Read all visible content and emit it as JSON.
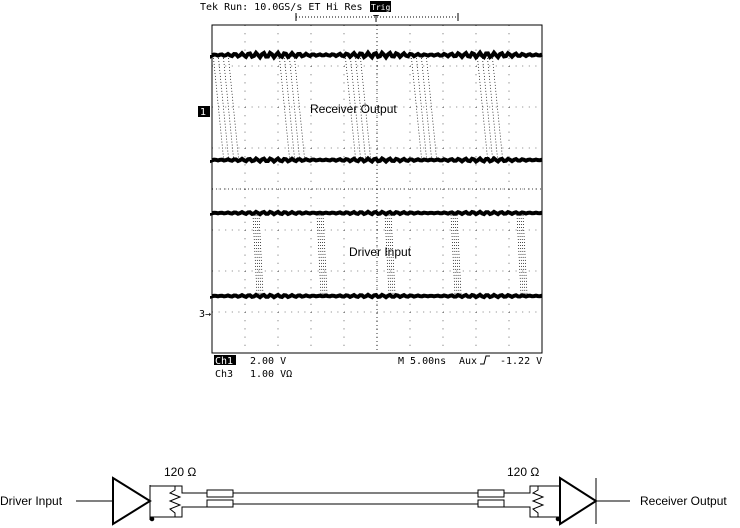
{
  "scope": {
    "header": "Tek Run: 10.0GS/s ET Hi Res",
    "trigger_badge": "Trig'd",
    "trigger_marker": "T",
    "ch1_marker": "1",
    "ch3_marker": "3",
    "ch1_label": "Ch1",
    "ch1_scale": "2.00 V",
    "ch3_label": "Ch3",
    "ch3_scale": "1.00 VΩ",
    "timebase": "M 5.00ns",
    "trigger_source": "Aux",
    "trigger_slope_icon": "rising-edge-icon",
    "trigger_level": "-1.22 V",
    "trace_upper_label": "Receiver Output",
    "trace_lower_label": "Driver Input",
    "grid_divisions": {
      "horizontal": 10,
      "vertical": 8
    }
  },
  "circuit": {
    "input_label": "Driver Input",
    "output_label": "Receiver Output",
    "termination_left": "120 Ω",
    "termination_right": "120 Ω"
  }
}
